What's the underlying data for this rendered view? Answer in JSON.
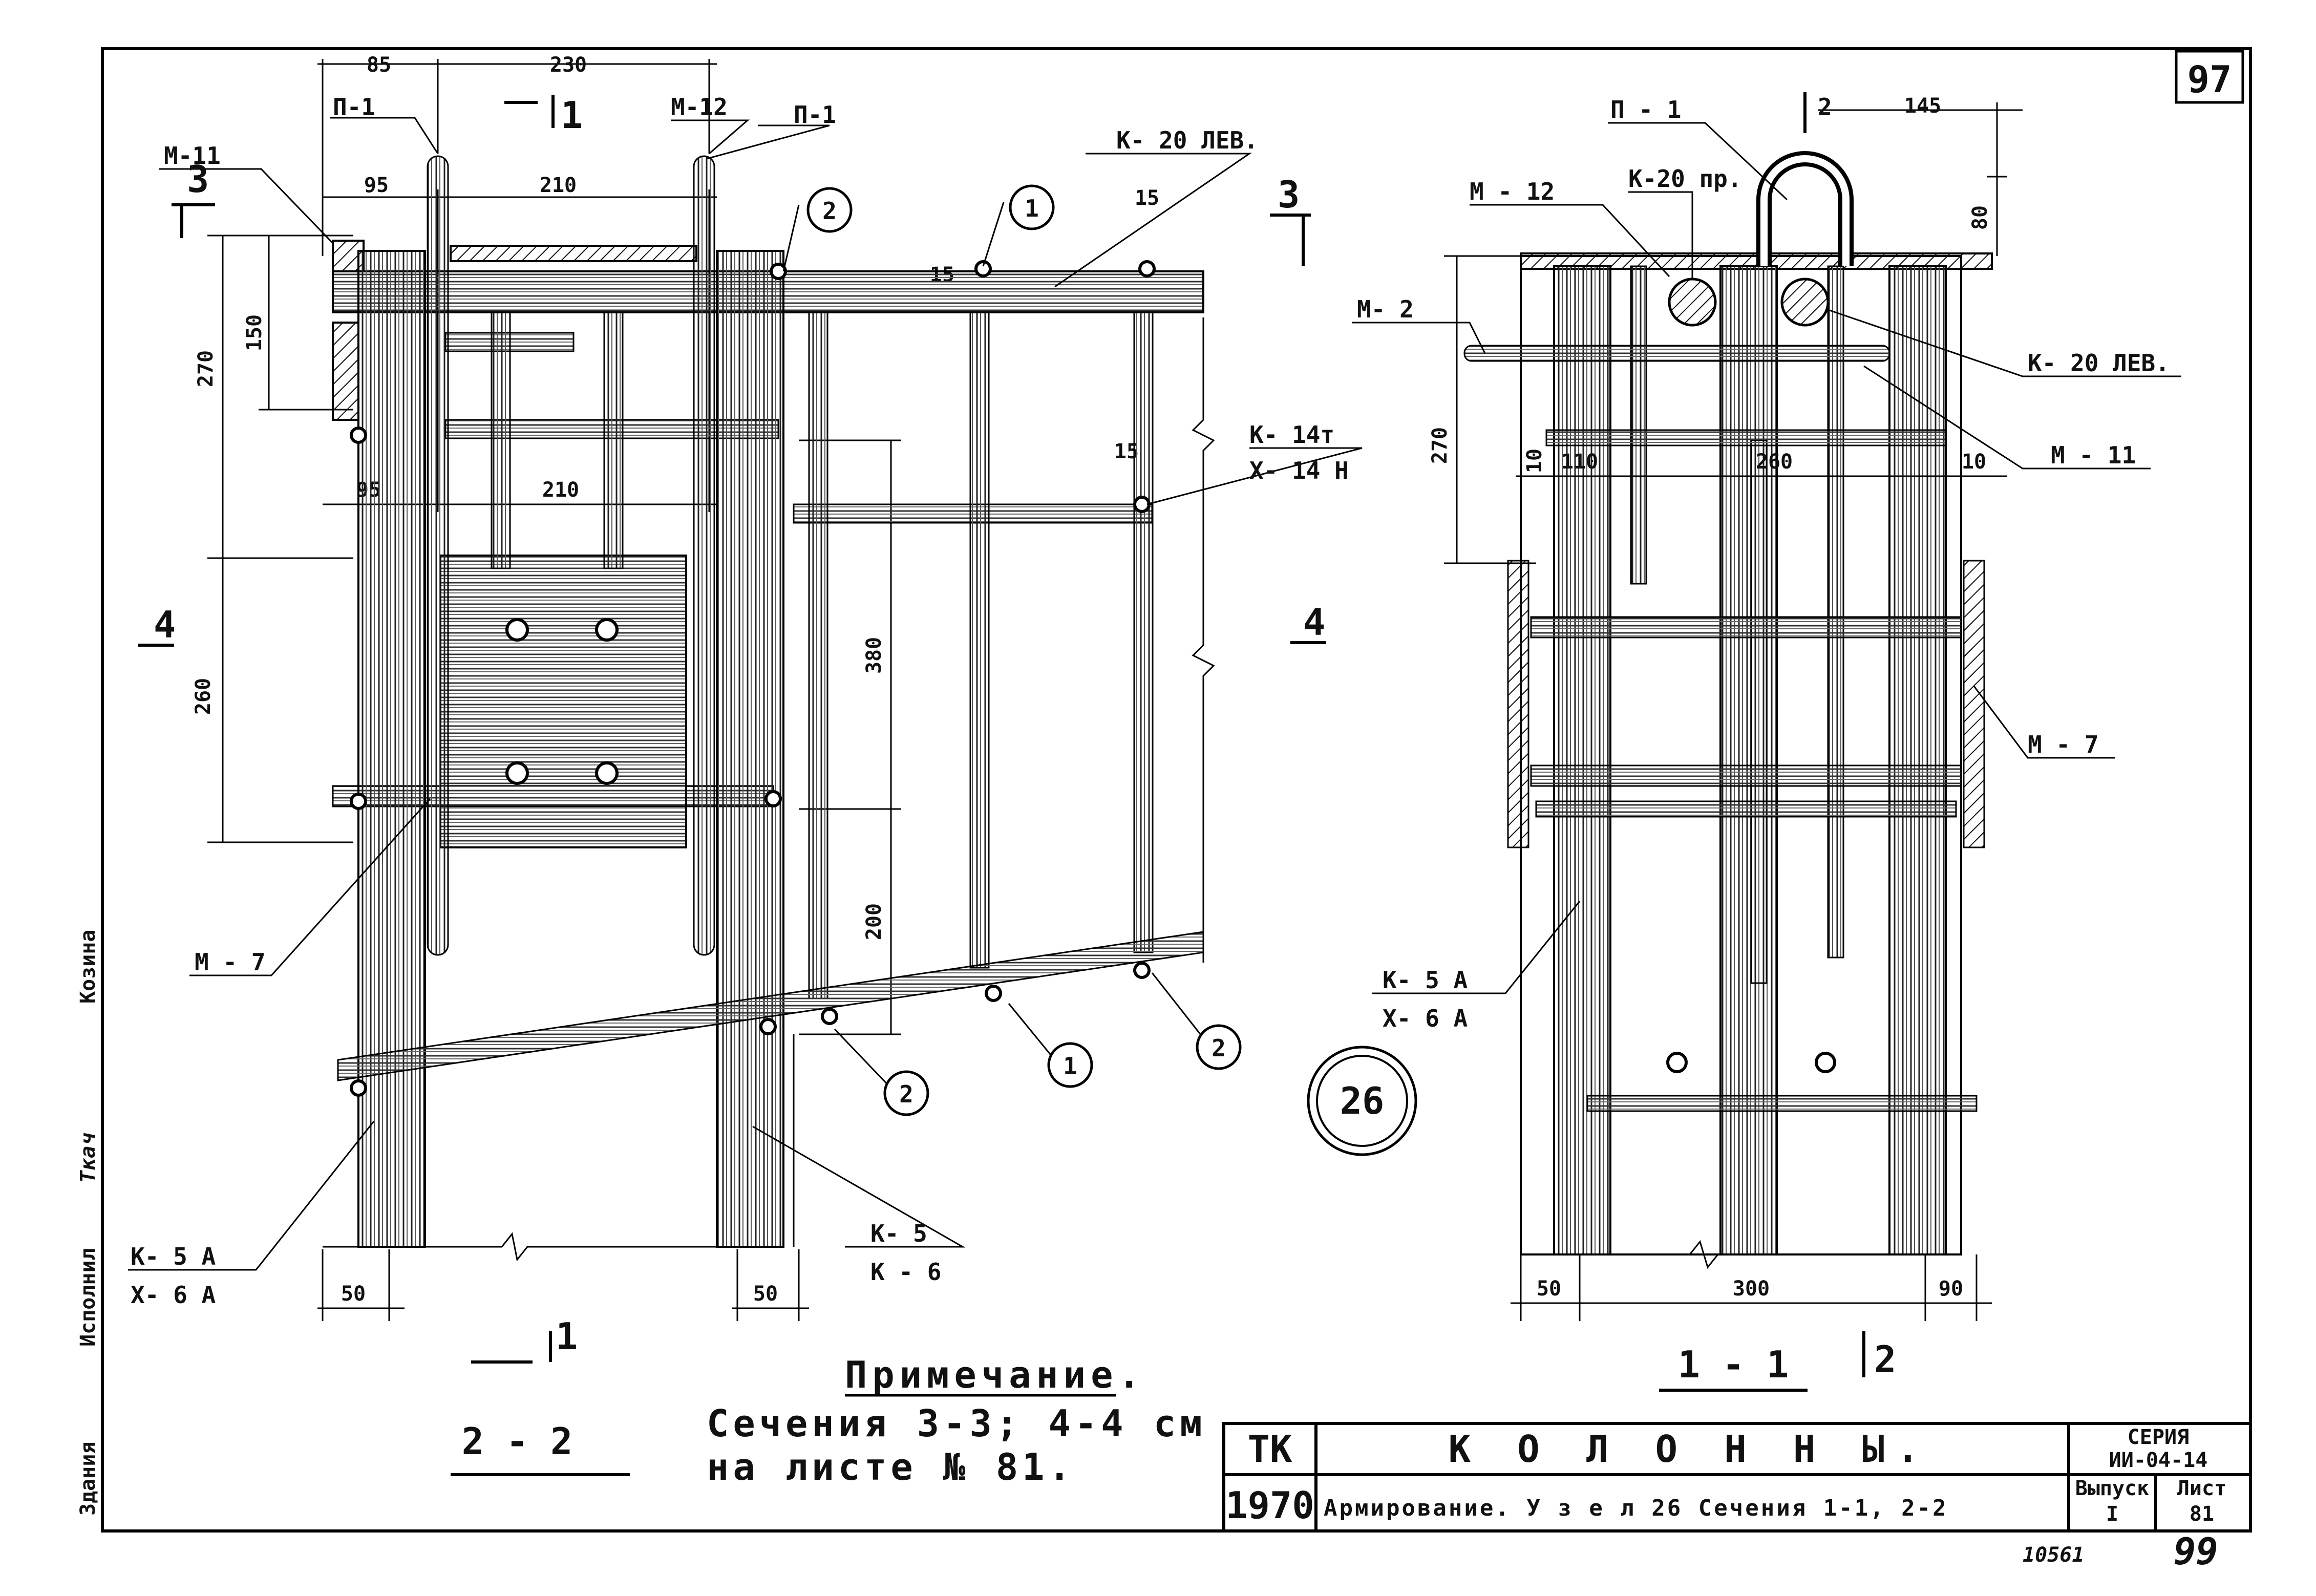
{
  "sheet": {
    "page_number": "97",
    "bottom_number": "99",
    "inventory_number": "10561"
  },
  "left_margin": {
    "label_zdaniya": "Здания",
    "label_ispolnil": "Исполнил",
    "signature": "Ткач",
    "label_kozina": "Козина"
  },
  "section_2_2": {
    "title": "2 - 2",
    "dims": {
      "d85": "85",
      "d230": "230",
      "d95a": "95",
      "d210a": "210",
      "d95b": "95",
      "d210b": "210",
      "d270": "270",
      "d150": "150",
      "d260": "260",
      "d380": "380",
      "d200": "200",
      "d15a": "15",
      "d15b": "15",
      "d15c": "15",
      "d50a": "50",
      "d50b": "50"
    },
    "labels": {
      "p1_left": "П-1",
      "m12": "М-12",
      "p1_right": "П-1",
      "m11": "М-11",
      "k20lev": "К- 20 ЛЕВ.",
      "k14t": "К- 14т",
      "k14n": "Х- 14 Н",
      "m7": "М - 7",
      "k5a": "К- 5 А",
      "k6a": "Х- 6 А",
      "k5": "К- 5",
      "k6": "К - 6"
    },
    "markers": {
      "sec1": "1",
      "sec1_bottom": "1",
      "sec3_left": "3",
      "sec3_right": "3",
      "sec4_left": "4",
      "sec4_right": "4"
    },
    "circles": [
      "2",
      "1",
      "1",
      "2",
      "2"
    ]
  },
  "node_mark": "26",
  "section_1_1": {
    "title": "1 - 1",
    "marker2_top": "2",
    "marker2_bottom": "2",
    "dims": {
      "d145": "145",
      "d80": "80",
      "d270": "270",
      "d10a": "10",
      "d110": "110",
      "d260": "260",
      "d10b": "10",
      "d50": "50",
      "d300": "300",
      "d90": "90"
    },
    "labels": {
      "p1": "П - 1",
      "m12": "М - 12",
      "k20pr": "К-20 пр.",
      "m2": "М- 2",
      "k20lev": "К- 20 ЛЕВ.",
      "m11": "М - 11",
      "m7": "М - 7",
      "k5a": "К- 5 А",
      "k6a": "Х- 6 А"
    }
  },
  "note": {
    "heading": "Примечание.",
    "line1": "Сечения 3-3; 4-4 см",
    "line2": "на листе № 81."
  },
  "title_block": {
    "code": "ТК",
    "year": "1970",
    "name": "К О Л О Н Н Ы.",
    "description": "Армирование. У з е л 26 Сечения 1-1, 2-2",
    "series_label": "СЕРИЯ",
    "series_value": "ИИ-04-14",
    "issue_label": "Выпуск",
    "issue_value": "I",
    "sheet_label": "Лист",
    "sheet_value": "81"
  }
}
